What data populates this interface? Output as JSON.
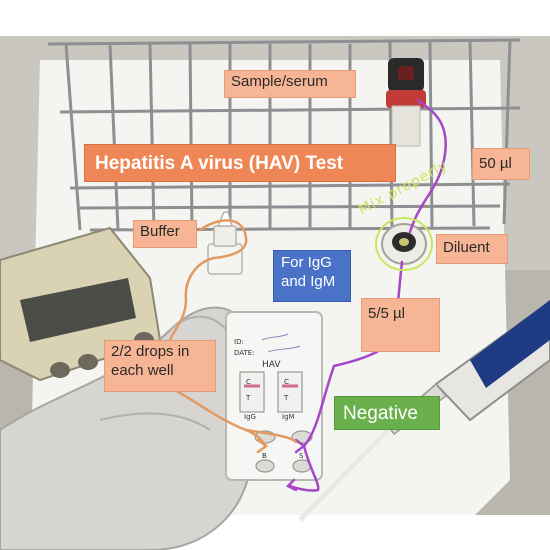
{
  "image": {
    "subject": "photo-of-rapid-test-procedure",
    "colors": {
      "salmon_label": "#f6b595",
      "title_orange": "#ef8656",
      "blue_label": "#4a73c8",
      "green_label": "#6ab04c",
      "purple_arrow": "#a646c8",
      "orange_arrow": "#e39a62",
      "mix_text": "#c7e85b"
    }
  },
  "labels": {
    "sample": "Sample/serum",
    "title": "Hepatitis A virus (HAV) Test",
    "volume_sample": "50 µl",
    "buffer": "Buffer",
    "diluent": "Diluent",
    "antibody": "For IgG and IgM",
    "volume_well": "5/5 µl",
    "drops": "2/2 drops in each well",
    "result": "Negative",
    "mix_note": "Mix properly"
  },
  "cassette": {
    "id_prefix": "ID:",
    "date_prefix": "DATE:",
    "name": "HAV",
    "c_left": "C",
    "t_left": "T",
    "igg": "IgG",
    "c_right": "C",
    "t_right": "T",
    "igm": "IgM",
    "well_b": "B",
    "well_s": "S"
  }
}
